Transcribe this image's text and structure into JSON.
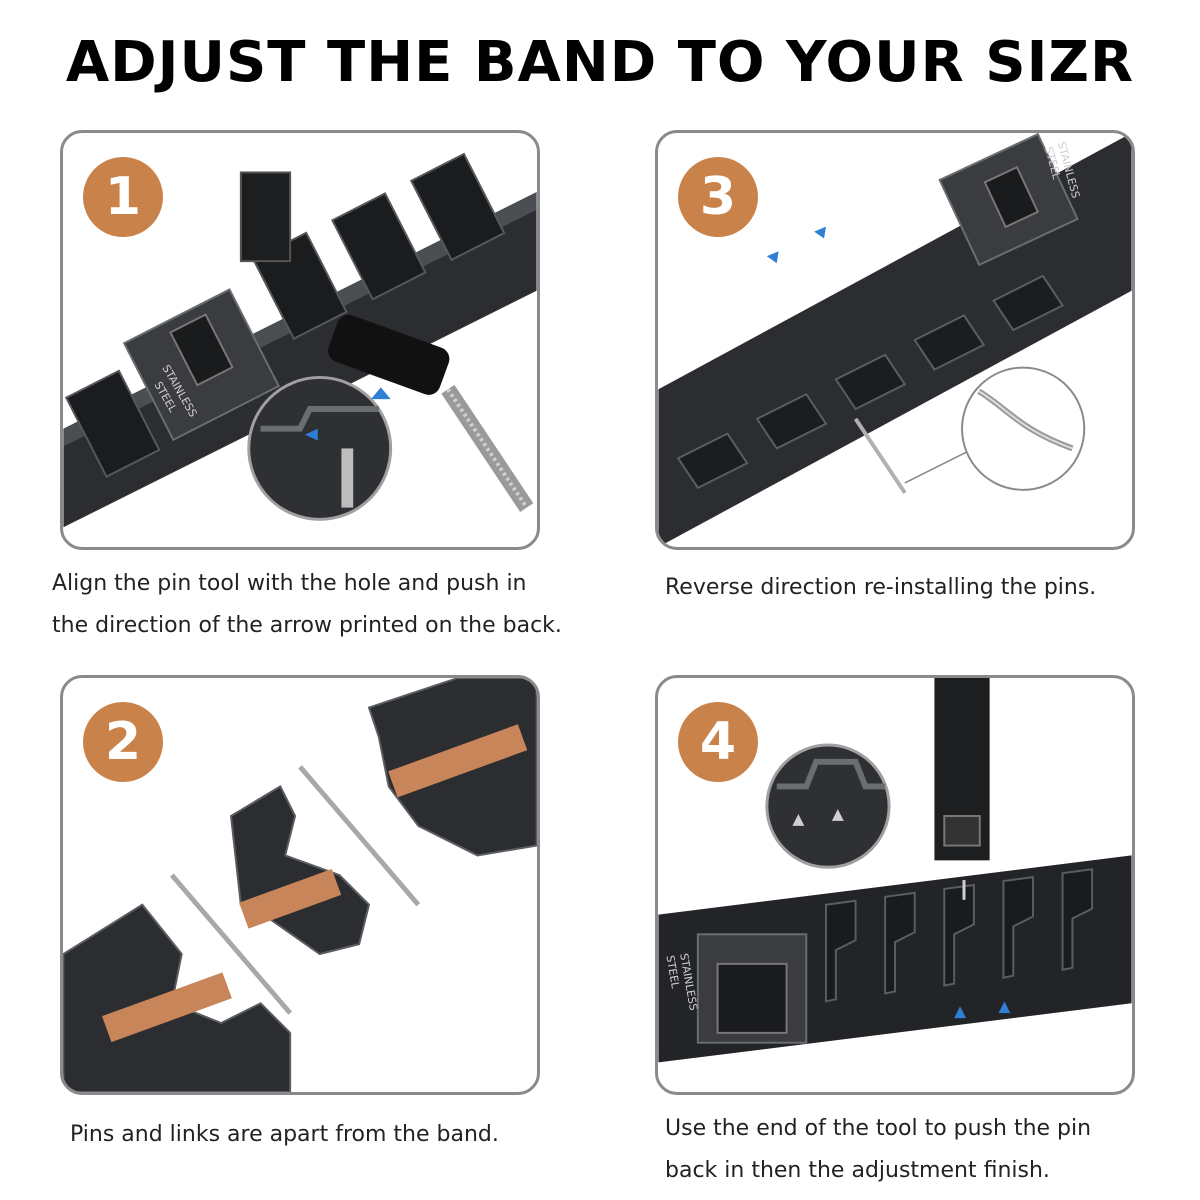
{
  "title": "ADJUST THE BAND TO YOUR SIZR",
  "steps": [
    {
      "number": "1",
      "caption_lines": [
        "Align the pin tool with the hole and push in",
        "the direction of the arrow printed on the back."
      ],
      "clasp_text": [
        "STAINLESS",
        "STEEL"
      ]
    },
    {
      "number": "3",
      "caption_lines": [
        "Reverse direction re-installing the pins."
      ],
      "clasp_text": [
        "STAINLESS",
        "STEEL"
      ]
    },
    {
      "number": "2",
      "caption_lines": [
        "Pins and links are apart from the band."
      ]
    },
    {
      "number": "4",
      "caption_lines": [
        "Use the end of the tool to push the pin",
        "back in then the adjustment finish."
      ],
      "clasp_text": [
        "STAINLESS",
        "STEEL"
      ]
    }
  ],
  "colors": {
    "badge": "#c98249",
    "band": "#2b2d30",
    "accent_rose": "#c9855a",
    "arrow": "#2f7fd6",
    "panel_border": "#8a8a8a"
  }
}
